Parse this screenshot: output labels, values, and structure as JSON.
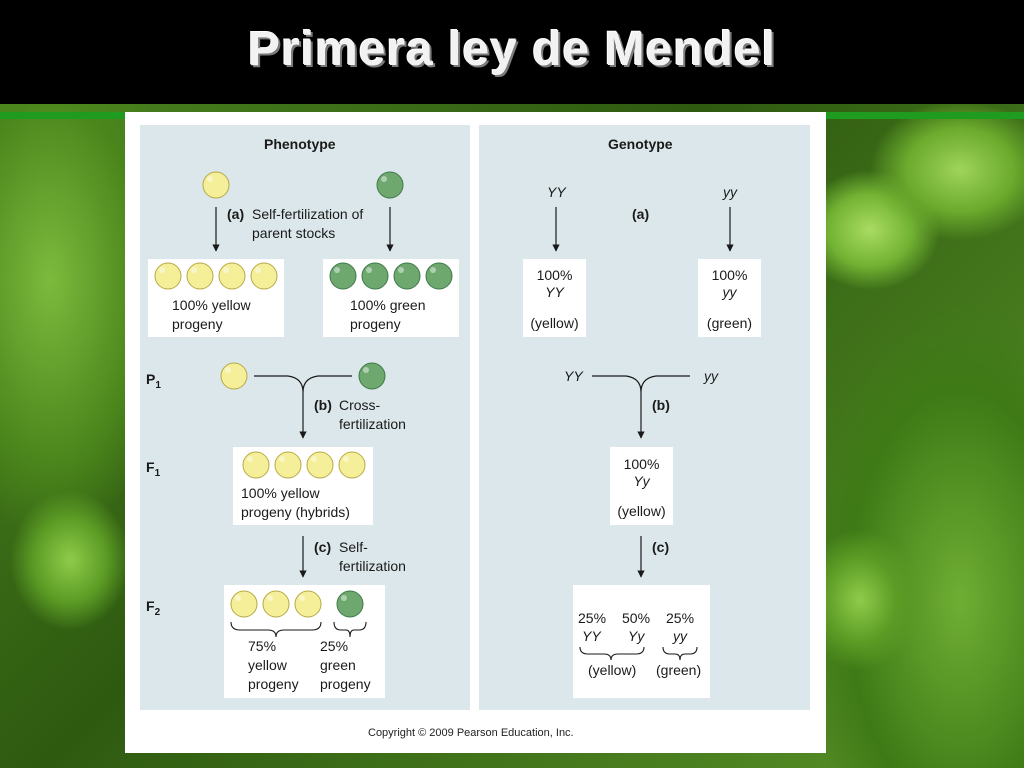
{
  "slide": {
    "title": "Primera ley de Mendel",
    "copyright": "Copyright © 2009 Pearson Education, Inc."
  },
  "phenotype": {
    "header": "Phenotype",
    "step_a_letter": "(a)",
    "step_a_line1": "Self-fertilization of",
    "step_a_line2": "parent stocks",
    "yellow_progeny_l1": "100% yellow",
    "yellow_progeny_l2": "progeny",
    "green_progeny_l1": "100% green",
    "green_progeny_l2": "progeny",
    "p1_label": "P",
    "p1_sub": "1",
    "step_b_letter": "(b)",
    "step_b_line1": "Cross-",
    "step_b_line2": "fertilization",
    "f1_label": "F",
    "f1_sub": "1",
    "f1_box_l1": "100% yellow",
    "f1_box_l2": "progeny (hybrids)",
    "step_c_letter": "(c)",
    "step_c_line1": "Self-",
    "step_c_line2": "fertilization",
    "f2_label": "F",
    "f2_sub": "2",
    "f2_yellow_pct": "75%",
    "f2_yellow_l1": "yellow",
    "f2_yellow_l2": "progeny",
    "f2_green_pct": "25%",
    "f2_green_l1": "green",
    "f2_green_l2": "progeny"
  },
  "genotype": {
    "header": "Genotype",
    "parent_left": "YY",
    "parent_right": "yy",
    "step_a_letter": "(a)",
    "box_left_pct": "100%",
    "box_left_geno": "YY",
    "box_left_color": "(yellow)",
    "box_right_pct": "100%",
    "box_right_geno": "yy",
    "box_right_color": "(green)",
    "cross_left": "YY",
    "cross_right": "yy",
    "step_b_letter": "(b)",
    "f1_pct": "100%",
    "f1_geno": "Yy",
    "f1_color": "(yellow)",
    "step_c_letter": "(c)",
    "f2_pct_1": "25%",
    "f2_pct_2": "50%",
    "f2_pct_3": "25%",
    "f2_geno_1": "YY",
    "f2_geno_2": "Yy",
    "f2_geno_3": "yy",
    "f2_color_yellow": "(yellow)",
    "f2_color_green": "(green)"
  },
  "colors": {
    "yellow_pea": "#f5ef9a",
    "green_pea": "#6ea86f",
    "panel_bg": "#dbe7ea",
    "accent_line": "#1f9b1f"
  }
}
